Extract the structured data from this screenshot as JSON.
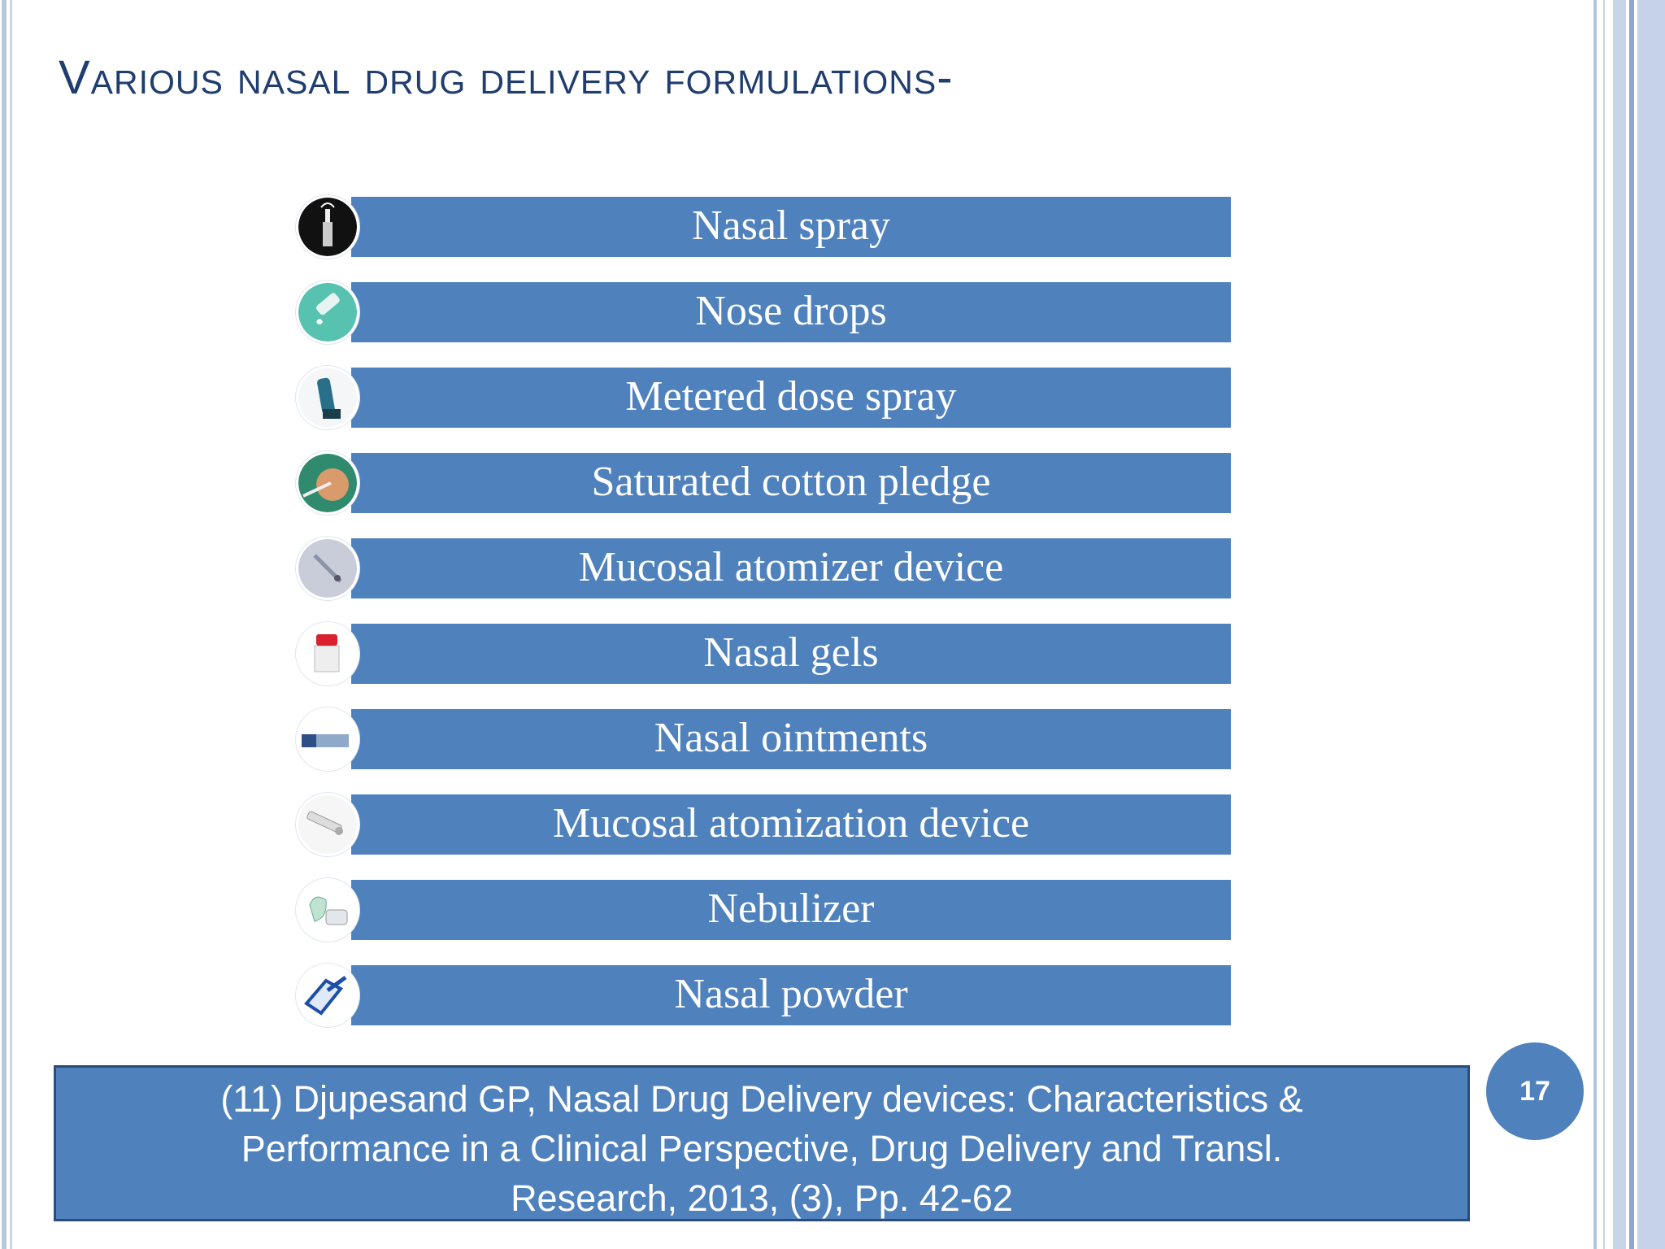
{
  "slide": {
    "title": "Various nasal drug delivery formulations-",
    "items": [
      {
        "label": "Nasal spray",
        "icon": "nasal-spray-icon"
      },
      {
        "label": "Nose drops",
        "icon": "nose-drops-icon"
      },
      {
        "label": "Metered dose spray",
        "icon": "metered-dose-spray-icon"
      },
      {
        "label": "Saturated cotton pledge",
        "icon": "cotton-pledge-icon"
      },
      {
        "label": "Mucosal atomizer device",
        "icon": "atomizer-device-icon"
      },
      {
        "label": "Nasal gels",
        "icon": "nasal-gel-icon"
      },
      {
        "label": "Nasal ointments",
        "icon": "nasal-ointment-icon"
      },
      {
        "label": "Mucosal atomization device",
        "icon": "atomization-device-icon"
      },
      {
        "label": "Nebulizer",
        "icon": "nebulizer-icon"
      },
      {
        "label": "Nasal powder",
        "icon": "nasal-powder-icon"
      }
    ],
    "reference": {
      "line1": "(11) Djupesand GP, Nasal Drug Delivery devices: Characteristics &",
      "line2": "Performance in a Clinical Perspective, Drug Delivery and Transl.",
      "line3": "Research, 2013, (3), Pp. 42-62"
    },
    "page_number": "17",
    "colors": {
      "bar": "#4f81bd",
      "title": "#1f3d6e",
      "text": "#ffffff"
    }
  }
}
